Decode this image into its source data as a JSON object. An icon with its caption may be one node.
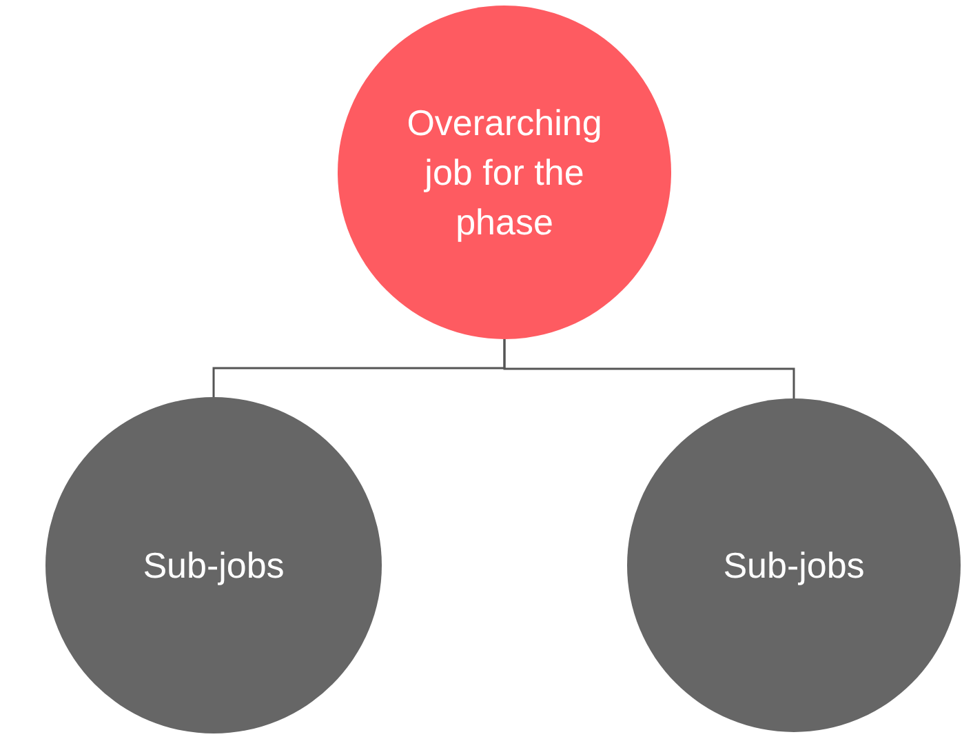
{
  "diagram": {
    "nodes": [
      {
        "text": [
          "Overarching job for the phase"
        ]
      },
      {
        "text": [
          "Sub-jobs"
        ]
      },
      {
        "text": [
          "Sub-jobs"
        ]
      }
    ],
    "edges": [
      {
        "from": 0,
        "to": 1,
        "arrow": "none"
      },
      {
        "from": 0,
        "to": 2,
        "arrow": "none"
      }
    ]
  }
}
